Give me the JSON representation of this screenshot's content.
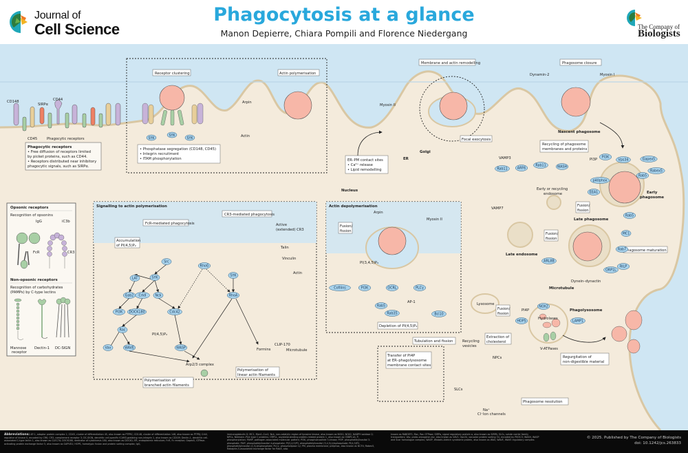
{
  "header": {
    "journal_line1": "Journal of",
    "journal_line2": "Cell Science",
    "title": "Phagocytosis at a glance",
    "authors": "Manon Depierre, Chiara Pompili and Florence Niedergang",
    "publisher_small": "The Company of",
    "publisher_big": "Biologists"
  },
  "colors": {
    "title": "#29a8dc",
    "extracellular": "#cfe6f3",
    "cytoplasm": "#f4ebdc",
    "particle": "#f7b7a8",
    "protein": "#a9d3ec",
    "receptor_green": "#a8cfa5",
    "receptor_purple": "#c7b3d9",
    "footer": "#0a0a0a"
  },
  "receptors_panel": {
    "labels": [
      "CD148",
      "SIRPα",
      "CD44",
      "CD45",
      "Phagocytic receptors"
    ],
    "box_title": "Phagocytic receptors",
    "box_items": [
      "• Free diffusion of receptors limited",
      "  by picket proteins, such as CD44.",
      "• Receptors distributed near inhibitory",
      "  phagocytic signals, such as SIRPα."
    ]
  },
  "receptor_types": {
    "opsonic_title": "Opsonic receptors",
    "opsonic_sub": "Recognition of opsonins",
    "opsonic_labels": [
      "IgG",
      "iC3b",
      "FcR",
      "CR3"
    ],
    "nonopsonic_title": "Non-opsonic receptors",
    "nonopsonic_sub1": "Recognition of carbohydrates",
    "nonopsonic_sub2": "(PAMPs) by C-type lectins",
    "nonopsonic_labels": [
      "Mannose",
      "receptor",
      "Dectin-1",
      "DC-SIGN"
    ]
  },
  "clustering_panel": {
    "title": "Receptor clustering",
    "syk": "SYK",
    "items": [
      "• Phosphatase segregation (CD148, CD45)",
      "• Integrin recruitment",
      "• ITAM phosphorylation"
    ]
  },
  "actin_poly_panel": {
    "title": "Actin polymerisation",
    "labels": [
      "Arpin",
      "Actin"
    ]
  },
  "remodelling": {
    "title": "Membrane and actin remodelling",
    "myosin": "Myosin II",
    "focal": "Focal exocytosis",
    "er_pm": [
      "ER–PM contact sites",
      "• Ca²⁺ release",
      "• Lipid remodelling"
    ],
    "golgi": "Golgi",
    "er": "ER",
    "nucleus": "Nucleus"
  },
  "closure": {
    "title": "Phagosome closure",
    "dynamin": "Dynamin-2",
    "myosin": "Myosin I",
    "nascent": "Nascent phagosome"
  },
  "maturation": {
    "recycling_box": [
      "Recycling of phagosome",
      "membranes and proteins"
    ],
    "proteins": [
      "PI3K",
      "Vps34",
      "Gapex5",
      "Rabex5",
      "Rab5",
      "p40phox",
      "EEA1",
      "Rab11",
      "WASH",
      "ARF6",
      "Rab11",
      "Rab5",
      "MC1",
      "Rab7",
      "RILP",
      "ORP1L",
      "ARL8B"
    ],
    "labels": {
      "pi3p": "PI3P",
      "vamp3": "VAMP3",
      "vamp7": "VAMP7",
      "early_endo": [
        "Early or recycling",
        "endosome"
      ],
      "early_phago": [
        "Early",
        "phagosome"
      ],
      "late_phago": "Late phagosome",
      "late_endo": "Late endosome",
      "dynein": "Dynein–dynactin",
      "microtubule": "Microtubule",
      "maturation_box": "Phagosome maturation",
      "fusion": [
        "Fusion/",
        "fission"
      ]
    }
  },
  "signalling_panel": {
    "title": "Signalling to actin polymerisation",
    "fcr_box": "FcR-mediated phagocytosis",
    "cr3_box": "CR3-mediated phagocytosis",
    "active_cr3": [
      "Active",
      "(extended) CR3"
    ],
    "accum": [
      "Accumulation",
      "of PI(4,5)P₂"
    ],
    "talin": "Talin",
    "vinculin": "Vinculin",
    "actin": "Actin",
    "nodes": [
      "Src",
      "SYK",
      "LAT",
      "Gab2",
      "CrkII",
      "Nck",
      "PI3K",
      "DOCK180",
      "Cdc42",
      "Rac",
      "Vav",
      "WAVE",
      "WASP",
      "RhoG",
      "SYK",
      "RhoA"
    ],
    "pip2": "PI(4,5)P₂",
    "arp": "Arp2/3 complex",
    "formins": "Formins",
    "clip": "CLIP-170",
    "microtubule": "Microtubule",
    "branched_box": [
      "Polymerisation of",
      "branched actin filaments"
    ],
    "linear_box": [
      "Polymerisation of",
      "linear actin filaments"
    ]
  },
  "depoly_panel": {
    "title": "Actin depolymerisation",
    "arpin": "Arpin",
    "myosin": "Myosin II",
    "fusion": [
      "Fusion/",
      "fission"
    ],
    "pip3": "PI(3,4,5)P₃",
    "nodes": [
      "Cofilins",
      "PI3K",
      "OCRL",
      "PLCγ",
      "Rab5",
      "Rab35",
      "Bcl10"
    ],
    "ap1": "AP-1",
    "depletion": "Depletion of PI(4,5)P₂"
  },
  "resolution": {
    "lysosome": "Lysosome",
    "fusion": [
      "Fusion/",
      "fission"
    ],
    "hops": "HOPS",
    "pi4p": "PI4P",
    "nox2": "NOX2",
    "hydrolases": "Hydrolases",
    "lamp1": "LAMP1",
    "phagolysosome": "Phagolysosome",
    "vatpase": "V-ATPases",
    "regurg": [
      "Regurgitation of",
      "non-digestible material"
    ],
    "tubulation": "Tubulation and fission",
    "recycling_vesicles": [
      "Recycling",
      "vesicles"
    ],
    "cholesterol": [
      "Extraction of",
      "cholesterol"
    ],
    "npcs": "NPCs",
    "transfer": [
      "Transfer of PI4P",
      "at ER–phagolysosome",
      "membrane contact sites"
    ],
    "slcs": "SLCs",
    "na": "Na⁺",
    "cl": "Cl⁻",
    "ion": "Ion channels",
    "resolution_box": "Phagosome resolution"
  },
  "footer": {
    "abbr_title": "Abbreviations:",
    "abbr_text1": "AP-1, adaptor protein complex 1; CD45, cluster of differentiation 45, also known as PTPRC; CD148, cluster of differentiation 148, also known as PTPRJ; CrkII, regulator of kinase II, encoded by CRK; CR3, complement receptor 3; DC-SIGN, dendritic cell-specific ICAM3-grabbing non-integrin 1, also known as CD209; Dectin-1, dendritic cell-associated C-type lectin 1, also known as CLEC7A; DOCK180, dedicator of cytokinesis 180, also known as DOCK1; ER, endoplasmic reticulum; FcR, Fc receptor; Gapex5, GTPase-activating protein exchange factor 5, also known as GAPVD1; HOPS, homotypic fusion and protein sorting complex; IgG,",
    "abbr_text2": "immunoglobulin G; MC1, Mon1–Ccz1; Nck, non-catalytic region of tyrosine kinase, also known as NCK1; NOX2, NADPH oxidase 2; NPCs, Niemann–Pick type C proteins; ORP1L, oxysterol-binding protein-related protein 1, also known as OSBPL1A; P, phosphorylation; PAMP, pathogen-associated molecular pattern; PI3K, phosphoinositide 3-kinase; PI3P, phosphatidylinositol 3-phosphate; PI4P, phosphatidylinositol 4-phosphate; PI(3,4,5)P3, phosphatidylinositol (3,4,5)-trisphosphate; PI(4,5)P2, phosphatidylinositol (4,5)-bisphosphate; PLCγ, phospholipase Cγ; PM, plasma membrane; p40phox, also known as NCF4; Rabex5, Rabaptin-5-associated exchange factor for Rab5, also",
    "abbr_text3": "known as RABGEF1; Rac, Rac GTPase; SIRPα, signal regulatory protein α, also known as SIRPA; SLCs, solute carrier family transporters; Vav, proto-oncogene vav, also known as VAV1; Vps34, vacuolar protein sorting 34, encoded by PIK3C3; WASH, WASP and Scar homologue complex; WASP, Wiskott–Aldrich syndrome protein, also known as WAS; WAVE, WAVE regulatory complex.",
    "copyright": "© 2025. Published by The Company of Biologists",
    "doi": "doi: 10.1242/jcs.263833"
  }
}
